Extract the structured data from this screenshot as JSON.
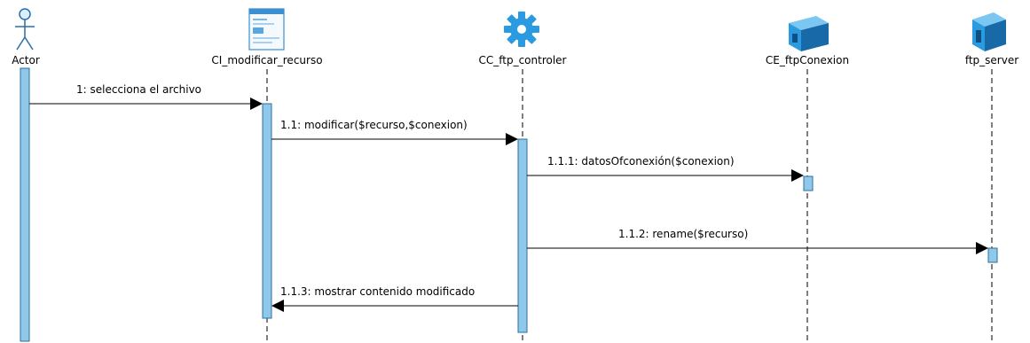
{
  "participants": [
    {
      "id": "actor",
      "name": "Actor",
      "icon": "actor-stick-figure-icon"
    },
    {
      "id": "ci",
      "name": "CI_modificar_recurso",
      "icon": "boundary-window-icon"
    },
    {
      "id": "cc",
      "name": "CC_ftp_controler",
      "icon": "gear-icon"
    },
    {
      "id": "ce",
      "name": "CE_ftpConexion",
      "icon": "entity-cube-icon"
    },
    {
      "id": "ftp",
      "name": "ftp_server",
      "icon": "server-icon"
    }
  ],
  "messages": [
    {
      "label": "1: selecciona el archivo",
      "from": "actor",
      "to": "ci",
      "kind": "call"
    },
    {
      "label": "1.1: modificar($recurso,$conexion)",
      "from": "ci",
      "to": "cc",
      "kind": "call"
    },
    {
      "label": "1.1.1:  datosOfconexión($conexion)",
      "from": "cc",
      "to": "ce",
      "kind": "call"
    },
    {
      "label": "1.1.2: rename($recurso)",
      "from": "cc",
      "to": "ftp",
      "kind": "call"
    },
    {
      "label": "1.1.3: mostrar contenido modificado",
      "from": "cc",
      "to": "ci",
      "kind": "return"
    }
  ],
  "colors": {
    "activation_fill": "#8fc8ea",
    "activation_stroke": "#2f6f99",
    "icon_blue": "#2a9be0",
    "icon_dark": "#1769a8",
    "line": "#000000"
  }
}
